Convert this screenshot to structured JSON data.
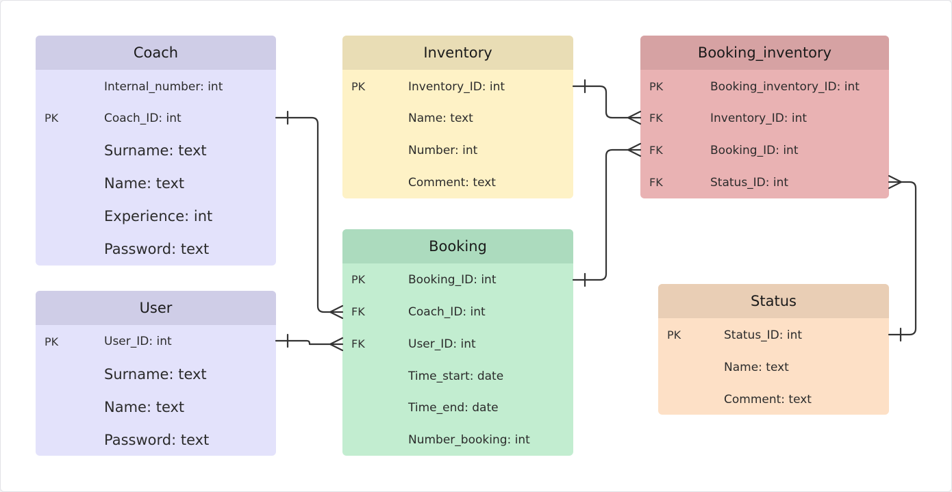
{
  "entities": {
    "coach": {
      "title": "Coach",
      "rows": [
        {
          "key": "",
          "field": "Internal_number: int"
        },
        {
          "key": "PK",
          "field": "Coach_ID: int"
        },
        {
          "key": "",
          "field": "Surname: text"
        },
        {
          "key": "",
          "field": "Name: text"
        },
        {
          "key": "",
          "field": "Experience: int"
        },
        {
          "key": "",
          "field": "Password: text"
        }
      ]
    },
    "user": {
      "title": "User",
      "rows": [
        {
          "key": "PK",
          "field": "User_ID: int"
        },
        {
          "key": "",
          "field": "Surname: text"
        },
        {
          "key": "",
          "field": "Name: text"
        },
        {
          "key": "",
          "field": "Password: text"
        }
      ]
    },
    "inventory": {
      "title": "Inventory",
      "rows": [
        {
          "key": "PK",
          "field": "Inventory_ID: int"
        },
        {
          "key": "",
          "field": "Name: text"
        },
        {
          "key": "",
          "field": "Number: int"
        },
        {
          "key": "",
          "field": "Comment: text"
        }
      ]
    },
    "booking": {
      "title": "Booking",
      "rows": [
        {
          "key": "PK",
          "field": "Booking_ID: int"
        },
        {
          "key": "FK",
          "field": "Coach_ID: int"
        },
        {
          "key": "FK",
          "field": "User_ID: int"
        },
        {
          "key": "",
          "field": "Time_start: date"
        },
        {
          "key": "",
          "field": "Time_end: date"
        },
        {
          "key": "",
          "field": "Number_booking: int"
        }
      ]
    },
    "booking_inventory": {
      "title": "Booking_inventory",
      "rows": [
        {
          "key": "PK",
          "field": "Booking_inventory_ID: int"
        },
        {
          "key": "FK",
          "field": "Inventory_ID: int"
        },
        {
          "key": "FK",
          "field": "Booking_ID: int"
        },
        {
          "key": "FK",
          "field": "Status_ID: int"
        }
      ]
    },
    "status": {
      "title": "Status",
      "rows": [
        {
          "key": "PK",
          "field": "Status_ID: int"
        },
        {
          "key": "",
          "field": "Name: text"
        },
        {
          "key": "",
          "field": "Comment: text"
        }
      ]
    }
  },
  "relationships": [
    {
      "from": "Coach.Coach_ID",
      "to": "Booking.Coach_ID",
      "from_end": "one",
      "to_end": "many"
    },
    {
      "from": "User.User_ID",
      "to": "Booking.User_ID",
      "from_end": "one",
      "to_end": "many"
    },
    {
      "from": "Inventory.Inventory_ID",
      "to": "Booking_inventory.Inventory_ID",
      "from_end": "one",
      "to_end": "many"
    },
    {
      "from": "Booking.Booking_ID",
      "to": "Booking_inventory.Booking_ID",
      "from_end": "one",
      "to_end": "many"
    },
    {
      "from": "Status.Status_ID",
      "to": "Booking_inventory.Status_ID",
      "from_end": "one",
      "to_end": "many"
    }
  ]
}
